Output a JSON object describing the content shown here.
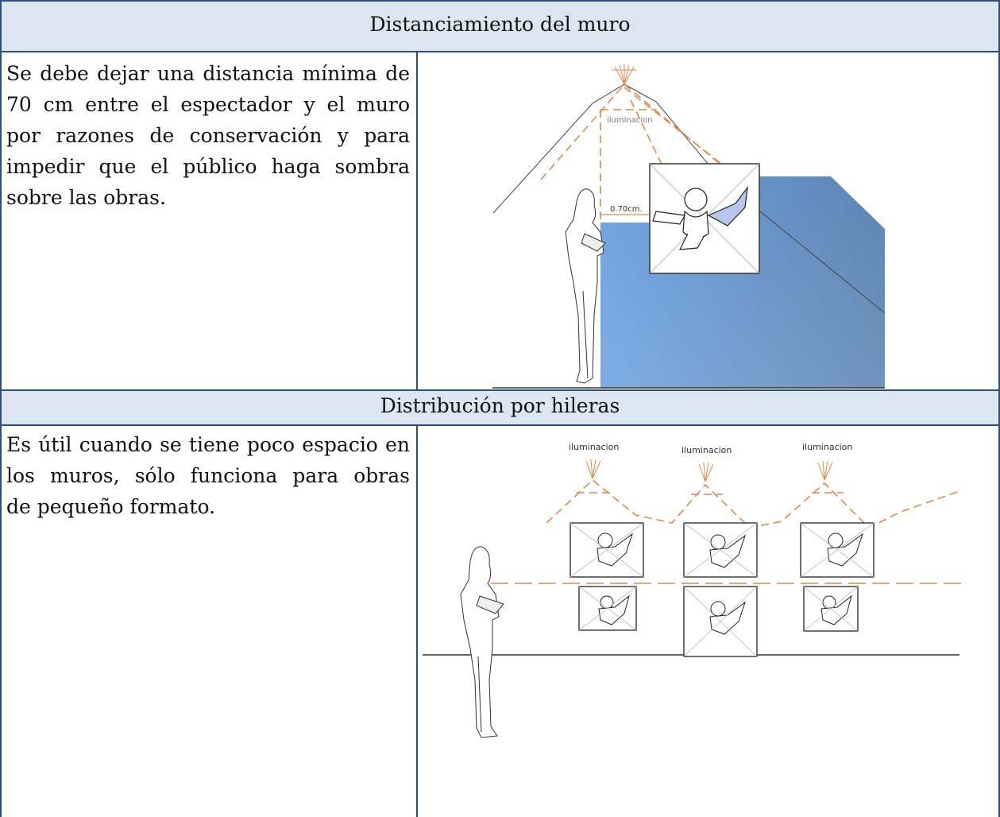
{
  "sections": [
    {
      "title": "Distanciamiento del muro",
      "lines": [
        "Se debe dejar una distancia mínima de",
        "70 cm entre el espectador y el muro",
        "por razones de conservación y para",
        "impedir que el público haga sombra",
        "sobre las obras."
      ],
      "figure": {
        "light_label": "iluminacion",
        "distance_label": "0.70cm."
      }
    },
    {
      "title": "Distribución por hileras",
      "lines": [
        "Es útil cuando se tiene poco espacio en",
        "los muros, sólo funciona para obras",
        "de pequeño formato."
      ],
      "figure": {
        "light_labels": [
          "iluminacion",
          "iluminacion",
          "iluminacion"
        ]
      }
    }
  ],
  "colors": {
    "header_bg": "#dbe6f1",
    "border": "#2e4f78",
    "wall_blue": "#6b98cf",
    "light_dash": "#e08a4a"
  }
}
